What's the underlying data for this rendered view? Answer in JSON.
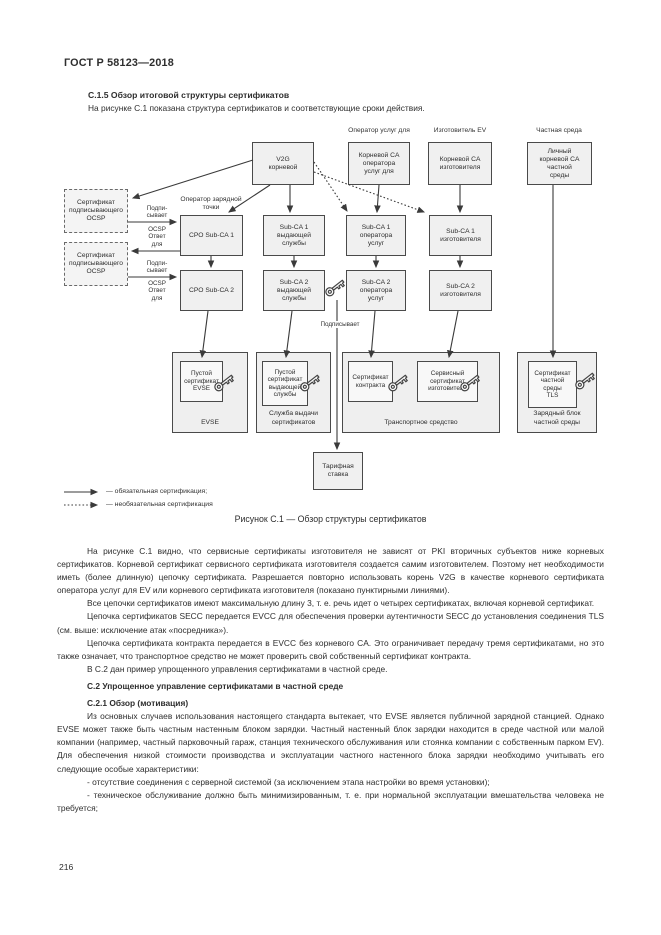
{
  "page": {
    "header": "ГОСТ Р 58123—2018",
    "page_number": "216"
  },
  "section": {
    "heading": "С.1.5 Обзор итоговой структуры сертификатов",
    "intro": "На рисунке С.1 показана структура сертификатов и соответствующие сроки действия."
  },
  "figure": {
    "caption": "Рисунок С.1 — Обзор структуры сертификатов",
    "column_labels": {
      "service_operator": "Оператор услуг для",
      "ev_manufacturer": "Изготовитель EV",
      "private_env": "Частная среда",
      "charge_point_operator": "Оператор зарядной\nточки"
    },
    "boxes": {
      "v2g_root": "V2G\nкорневой",
      "root_ca_operator": "Корневой CA\nоператора\nуслуг для",
      "root_ca_manufacturer": "Корневой CA\nизготовителя",
      "private_root_ca": "Личный\nкорневой CA\nчастной\nсреды",
      "ocsp_signing_cert": "Сертификат\nподписывающего\nOCSP",
      "cpo_sub_ca1": "CPO Sub-CA 1",
      "cpo_sub_ca2": "CPO Sub-CA 2",
      "issuing_sub_ca1": "Sub-CA 1\nвыдающей\nслужбы",
      "issuing_sub_ca2": "Sub-CA 2\nвыдающей\nслужбы",
      "operator_sub_ca1": "Sub-CA 1\nоператора\nуслуг",
      "operator_sub_ca2": "Sub-CA 2\nоператора\nуслуг",
      "manufacturer_sub_ca1": "Sub-CA 1\nизготовителя",
      "manufacturer_sub_ca2": "Sub-CA 2\nизготовителя",
      "empty_evse_cert": "Пустой\nсертификат\nEVSE",
      "empty_issuing_cert": "Пустой\nсертификат\nвыдающей\nслужбы",
      "contract_cert": "Сертификат\nконтракта",
      "manufacturer_service_cert": "Сервисный\nсертификат\nизготовителя",
      "private_tls_cert": "Сертификат\nчастной\nсреды\nTLS",
      "tariff": "Тарифная\nставка"
    },
    "container_labels": {
      "evse": "EVSE",
      "cert_issuing_service": "Служба выдачи\nсертификатов",
      "vehicle": "Транспортное средство",
      "private_charging_unit": "Зарядный блок\nчастной среды"
    },
    "edge_labels": {
      "signs": "Подпи-\nсывает",
      "ocsp_response_for": "OCSP\nОтвет\nдля",
      "signs_full": "Подписывает"
    },
    "legend": {
      "mandatory": "— обязательная сертификация;",
      "optional": "— необязательная сертификация"
    },
    "colors": {
      "box_fill": "#f0f0f0",
      "box_border": "#4a4a4a",
      "line": "#3a3a3a",
      "text": "#2e2e2e"
    }
  },
  "body": {
    "paragraphs": [
      "На рисунке С.1 видно, что сервисные сертификаты изготовителя не зависят от PKI вторичных субъектов ниже корневых сертификатов. Корневой сертификат сервисного сертификата изготовителя создается самим изготовителем. Поэтому нет необходимости иметь (более длинную) цепочку сертификата. Разрешается повторно использовать корень V2G в качестве корневого сертификата оператора услуг для EV или корневого сертификата изготовителя (показано пунктирными линиями).",
      "Все цепочки сертификатов имеют максимальную длину 3, т. е. речь идет о четырех сертификатах, включая корневой сертификат.",
      "Цепочка сертификатов SECC передается EVCC для обеспечения проверки аутентичности SECC до установления соединения TLS (см. выше: исключение атак «посредника»).",
      "Цепочка сертификата контракта передается в EVCC без корневого CA. Это ограничивает передачу тремя сертификатами, но это также означает, что транспортное средство не может проверить свой собственный сертификат контракта.",
      "В С.2 дан пример упрощенного управления сертификатами в частной среде.",
      "Из основных случаев использования настоящего стандарта вытекает, что EVSE является публичной зарядной станцией. Однако EVSE может также быть частным настенным блоком зарядки. Частный настенный блок зарядки находится в среде частной или малой компании (например, частный парковочный гараж, станция технического обслуживания или стоянка компании с собственным парком EV). Для обеспечения низкой стоимости производства и эксплуатации частного настенного блока зарядки необходимо учитывать его следующие особые характеристики:"
    ],
    "heading_c2": "С.2 Упрощенное управление сертификатами в частной среде",
    "heading_c21": "С.2.1 Обзор (мотивация)",
    "bullets": [
      "- отсутствие соединения с серверной системой (за исключением этапа настройки во время установки);",
      "- техническое обслуживание должно быть минимизированным, т. е. при нормальной эксплуатации вмешательства человека не требуется;"
    ]
  }
}
